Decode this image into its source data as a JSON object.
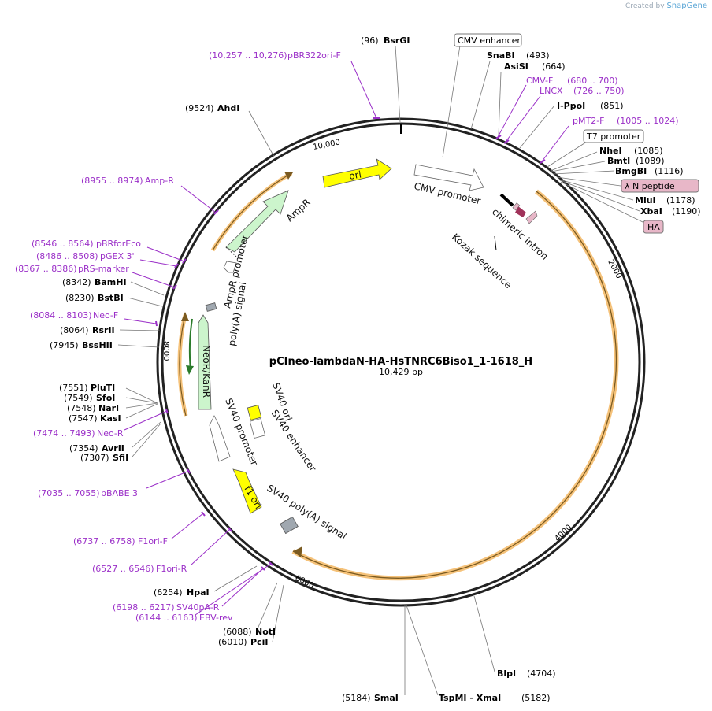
{
  "brand": {
    "prefix": "Created by",
    "name": "SnapGene"
  },
  "plasmid": {
    "name": "pCIneo-lambdaN-HA-HsTNRC6Biso1_1-1618_H",
    "length": "10,429 bp"
  },
  "ticks": [
    "10,000",
    "2000",
    "4000",
    "6000",
    "8000"
  ],
  "sites": [
    {
      "name": "BsrGI",
      "pos": "(96)"
    },
    {
      "name": "SnaBI",
      "pos": "(493)"
    },
    {
      "name": "AsiSI",
      "pos": "(664)"
    },
    {
      "name": "I-PpoI",
      "pos": "(851)"
    },
    {
      "name": "NheI",
      "pos": "(1085)"
    },
    {
      "name": "BmtI",
      "pos": "(1089)"
    },
    {
      "name": "BmgBI",
      "pos": "(1116)"
    },
    {
      "name": "MluI",
      "pos": "(1178)"
    },
    {
      "name": "XbaI",
      "pos": "(1190)"
    },
    {
      "name": "BlpI",
      "pos": "(4704)"
    },
    {
      "name": "TspMI - XmaI",
      "pos": "(5182)"
    },
    {
      "name": "SmaI",
      "pos": "(5184)"
    },
    {
      "name": "PciI",
      "pos": "(6010)"
    },
    {
      "name": "NotI",
      "pos": "(6088)"
    },
    {
      "name": "HpaI",
      "pos": "(6254)"
    },
    {
      "name": "SfiI",
      "pos": "(7307)"
    },
    {
      "name": "AvrII",
      "pos": "(7354)"
    },
    {
      "name": "KasI",
      "pos": "(7547)"
    },
    {
      "name": "NarI",
      "pos": "(7548)"
    },
    {
      "name": "SfoI",
      "pos": "(7549)"
    },
    {
      "name": "PluTI",
      "pos": "(7551)"
    },
    {
      "name": "BssHII",
      "pos": "(7945)"
    },
    {
      "name": "RsrII",
      "pos": "(8064)"
    },
    {
      "name": "BstBI",
      "pos": "(8230)"
    },
    {
      "name": "BamHI",
      "pos": "(8342)"
    },
    {
      "name": "AhdI",
      "pos": "(9524)"
    }
  ],
  "primers": [
    {
      "range": "(10,257 .. 10,276)",
      "name": "pBR322ori-F"
    },
    {
      "range": "(680 .. 700)",
      "name": "CMV-F"
    },
    {
      "range": "(726 .. 750)",
      "name": "LNCX"
    },
    {
      "range": "(1005 .. 1024)",
      "name": "pMT2-F"
    },
    {
      "range": "(8955 .. 8974)",
      "name": "Amp-R"
    },
    {
      "range": "(8546 .. 8564)",
      "name": "pBRforEco"
    },
    {
      "range": "(8486 .. 8508)",
      "name": "pGEX 3'"
    },
    {
      "range": "(8367 .. 8386)",
      "name": "pRS-marker"
    },
    {
      "range": "(8084 .. 8103)",
      "name": "Neo-F"
    },
    {
      "range": "(7474 .. 7493)",
      "name": "Neo-R"
    },
    {
      "range": "(7035 .. 7055)",
      "name": "pBABE 3'"
    },
    {
      "range": "(6737 .. 6758)",
      "name": "F1ori-F"
    },
    {
      "range": "(6527 .. 6546)",
      "name": "F1ori-R"
    },
    {
      "range": "(6198 .. 6217)",
      "name": "SV40pA-R"
    },
    {
      "range": "(6144 .. 6163)",
      "name": "EBV-rev"
    }
  ],
  "boxed_features": [
    "CMV enhancer",
    "T7 promoter",
    "λ N peptide",
    "HA"
  ],
  "features": {
    "ori": "ori",
    "cmv_promoter": "CMV promoter",
    "chimeric_intron": "chimeric intron",
    "kozak": "Kozak sequence",
    "ampr": "AmpR",
    "ampr_promoter": "AmpR promoter",
    "polya_signal": "poly(A) signal",
    "neor": "NeoR/KanR",
    "sv40_promoter": "SV40 promoter",
    "sv40_ori": "SV40 ori",
    "sv40_enhancer": "SV40 enhancer",
    "f1_ori": "f1 ori",
    "sv40_polya": "SV40 poly(A) signal"
  },
  "colors": {
    "ori": "#ffff00",
    "ampr": "#ccf5cc",
    "neor": "#ccf5cc",
    "insert": "#f5c27a",
    "primer": "#9b30c8",
    "peptide": "#e8b7c8",
    "intron": "#a0325a",
    "polya": "#a0a8b0"
  }
}
